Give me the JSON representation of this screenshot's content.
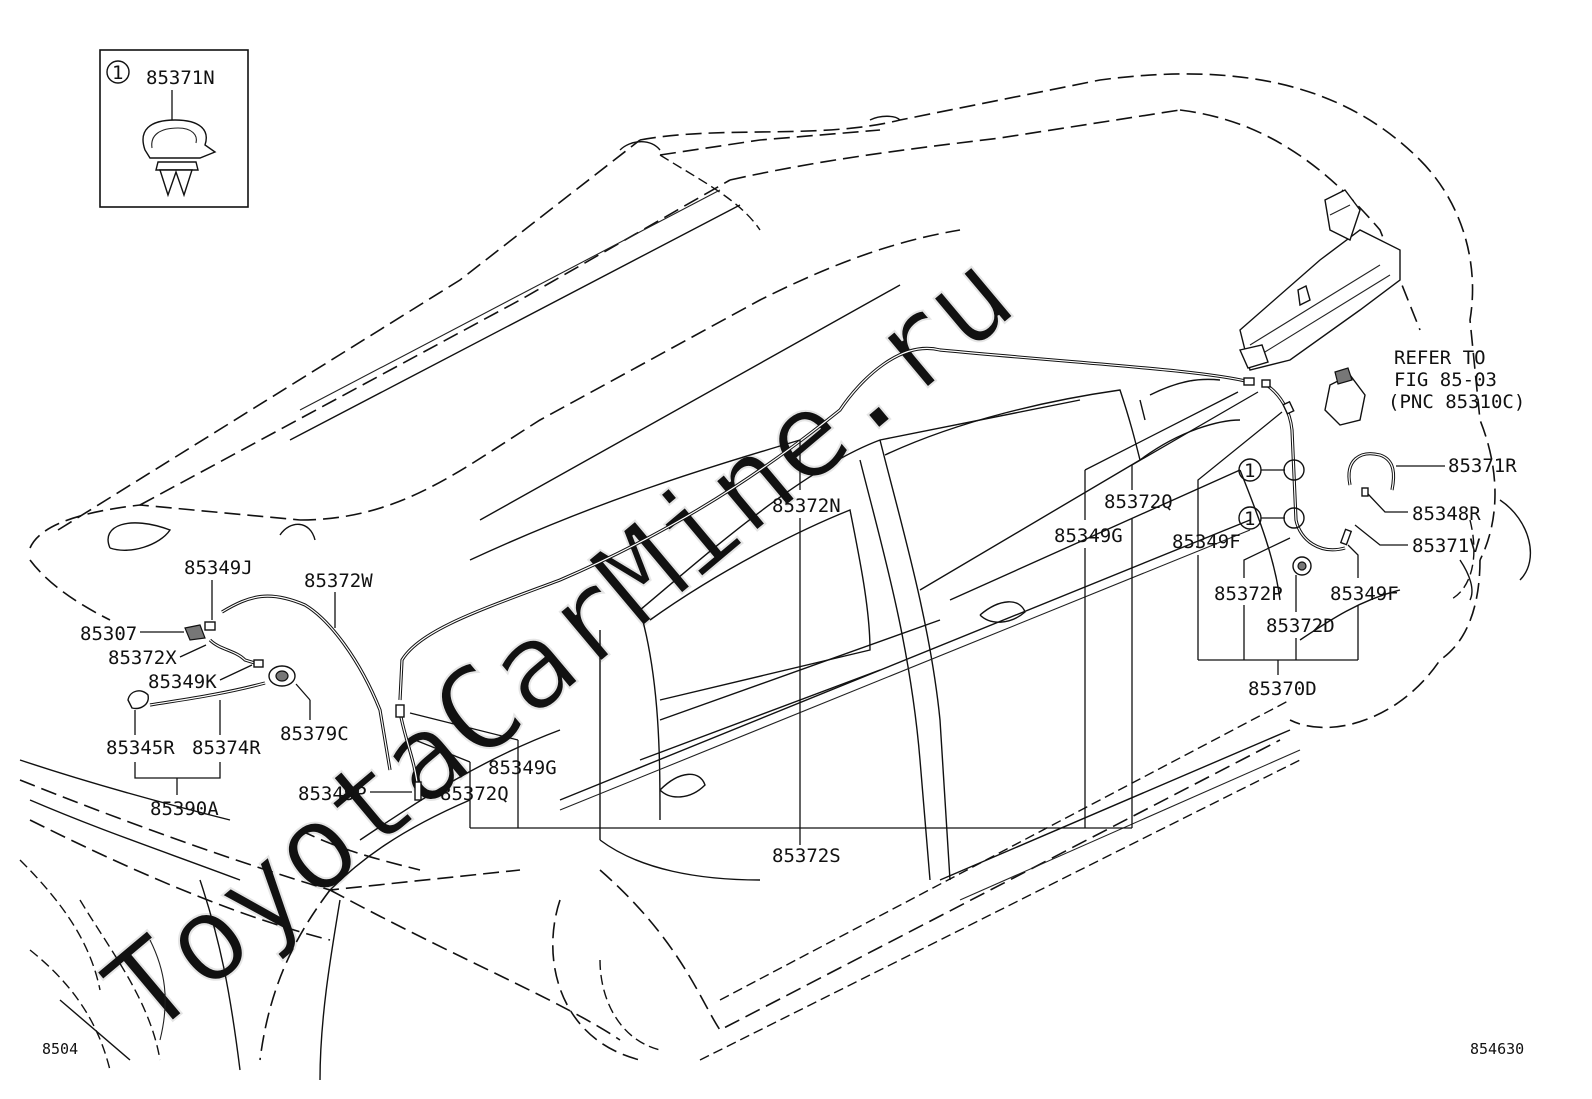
{
  "watermark": "ToyotaCarMine.ru",
  "inset": {
    "marker": "1",
    "part": "85371N"
  },
  "labels": {
    "85349J": "85349J",
    "85372W": "85372W",
    "85307": "85307",
    "85372X": "85372X",
    "85349K": "85349K",
    "85345R": "85345R",
    "85374R": "85374R",
    "85379C": "85379C",
    "85390A": "85390A",
    "85349P": "85349P",
    "85372Q_left": "85372Q",
    "85349G_left": "85349G",
    "85372N": "85372N",
    "85372S": "85372S",
    "85372Q_right": "85372Q",
    "85349G_right": "85349G",
    "85349F_left": "85349F",
    "85372P": "85372P",
    "85372D": "85372D",
    "85349F_right": "85349F",
    "85370D": "85370D",
    "85371R": "85371R",
    "85348R": "85348R",
    "85371V": "85371V"
  },
  "callout_marker": "1",
  "refer": {
    "line1": "REFER TO",
    "line2": "FIG 85-03",
    "line3": "(PNC 85310C)"
  },
  "footer": {
    "left_code": "8504",
    "right_code": "854630"
  }
}
